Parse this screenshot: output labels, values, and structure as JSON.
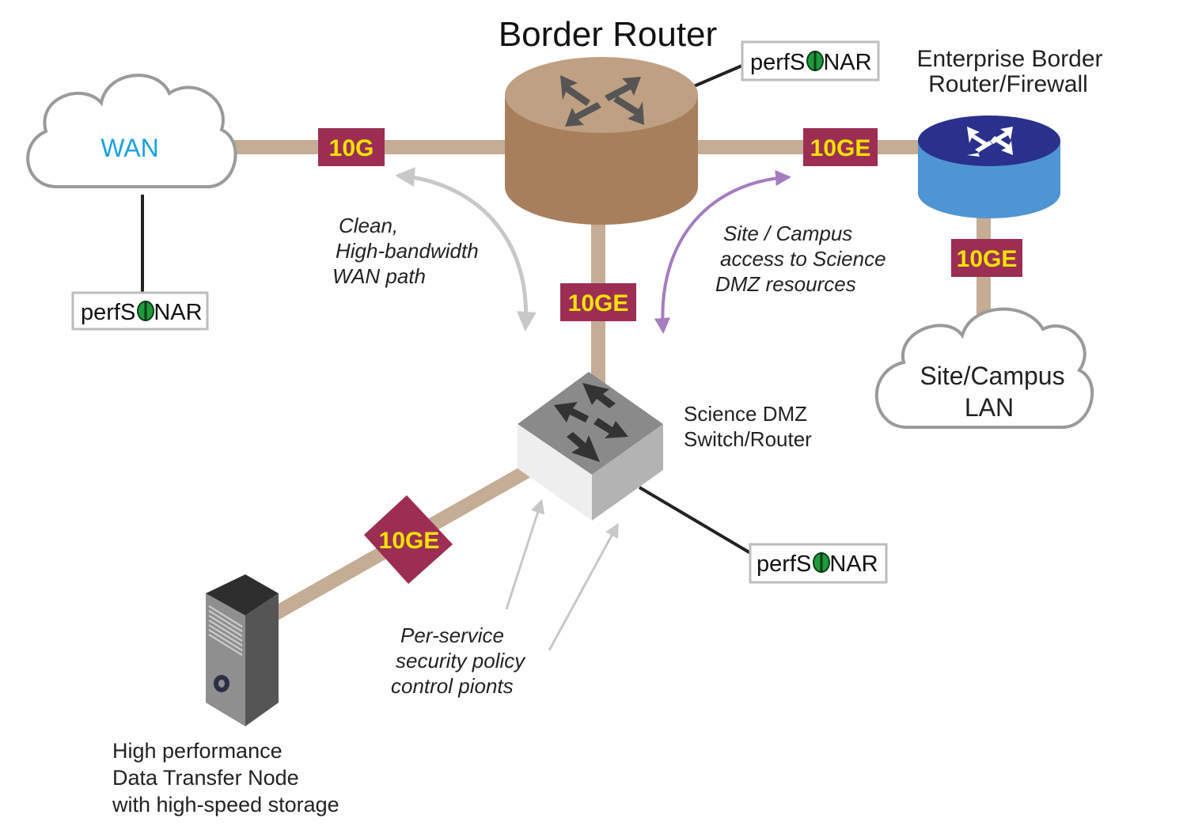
{
  "colors": {
    "link": "#c4ad94",
    "badge": "#9c2e54",
    "badge_text": "#f4e300",
    "wan_text": "#1ba1e2",
    "border_router": "#b79677",
    "enterprise_top": "#29318c",
    "enterprise_side": "#4f95d3",
    "arrow_gray": "#c8c8c8",
    "arrow_purple": "#a57cc0"
  },
  "icons": [
    "cloud-icon",
    "router-icon",
    "firewall-icon",
    "switch-icon",
    "server-icon",
    "perfsonar-logo-icon",
    "double-arrow-icon"
  ],
  "nodes": {
    "border_router": "Border Router",
    "wan": "WAN",
    "enterprise": [
      "Enterprise Border",
      "Router/Firewall"
    ],
    "campus": [
      "Site/Campus",
      "LAN"
    ],
    "dmz_switch": [
      "Science DMZ",
      "Switch/Router"
    ],
    "dtn": [
      "High performance",
      "Data Transfer Node",
      "with high-speed storage"
    ]
  },
  "perfsonar": {
    "prefix": "perfS",
    "suffix": "NAR"
  },
  "links": {
    "wan_border": "10G",
    "border_enterprise": "10GE",
    "border_dmz": "10GE",
    "enterprise_campus": "10GE",
    "dmz_dtn": "10GE"
  },
  "annotations": {
    "wan_path": [
      "Clean,",
      "High-bandwidth",
      "WAN path"
    ],
    "campus_access": [
      "Site / Campus",
      "access to Science",
      "DMZ resources"
    ],
    "security": [
      "Per-service",
      "security policy",
      "control pionts"
    ]
  }
}
